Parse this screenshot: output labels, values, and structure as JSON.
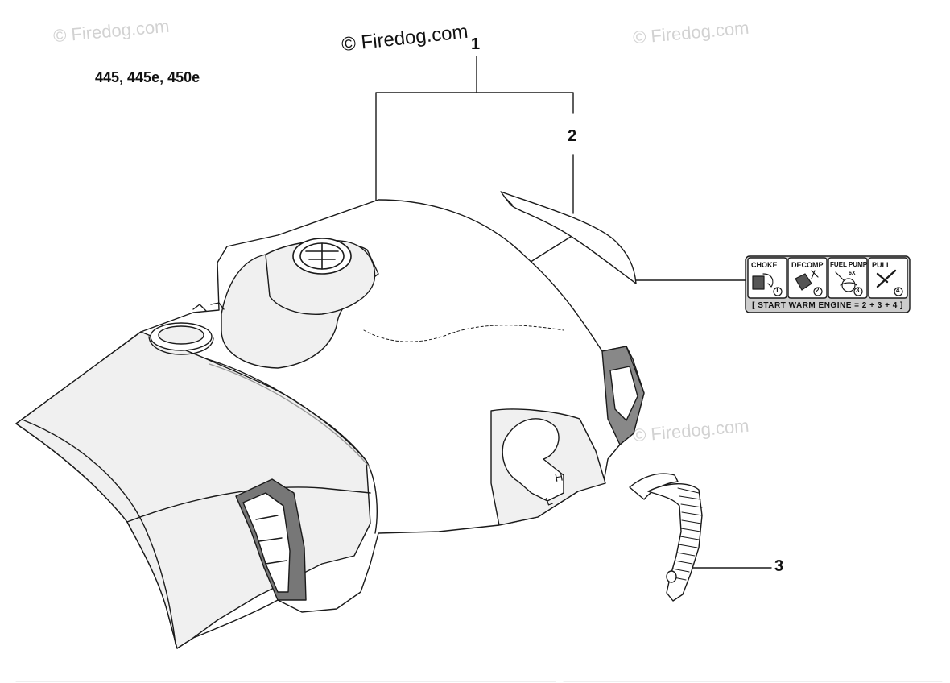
{
  "diagram": {
    "model_label": "445, 445e, 450e",
    "watermark_main": "© Firedog.com",
    "watermark_faint": "© Firedog.com",
    "callouts": [
      {
        "number": "1"
      },
      {
        "number": "2"
      },
      {
        "number": "3"
      }
    ],
    "decal": {
      "steps": [
        {
          "title": "CHOKE",
          "step": "1"
        },
        {
          "title": "DECOMP",
          "step": "2"
        },
        {
          "title": "FUEL PUMP",
          "step": "3",
          "note": "6X"
        },
        {
          "title": "PULL",
          "step": "4"
        }
      ],
      "footer": "[ START WARM ENGINE = 2 + 3 + 4 ]"
    }
  },
  "colors": {
    "line": "#1a1a1a",
    "shade": "#f0f0f0",
    "dark": "#777777",
    "watermark": "#d2d2d2",
    "decal_bg": "#cccccc"
  }
}
